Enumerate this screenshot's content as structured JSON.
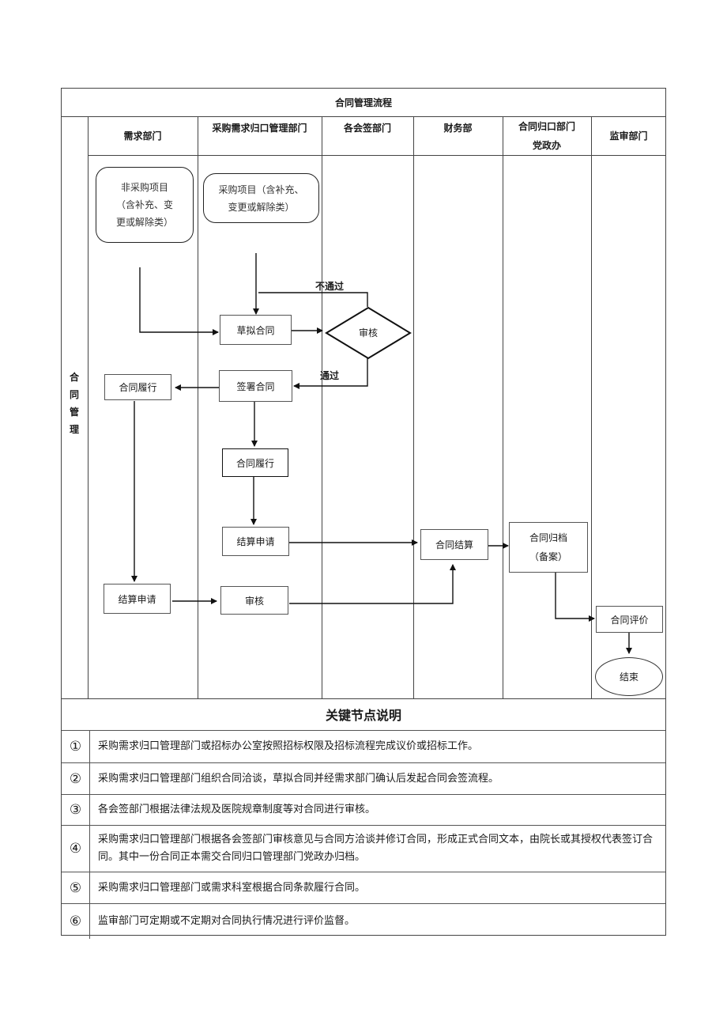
{
  "title": "合同管理流程",
  "side_label": [
    "合",
    "同",
    "管",
    "理"
  ],
  "lanes": [
    [
      "需求部门"
    ],
    [
      "采购需求归口管理部门"
    ],
    [
      "各会签部门"
    ],
    [
      "财务部"
    ],
    [
      "合同归口部门",
      "党政办"
    ],
    [
      "监审部门"
    ]
  ],
  "nodes": {
    "nonpurchase": [
      "非采购项目",
      "（含补充、变",
      "更或解除类）"
    ],
    "purchase": [
      "采购项目（含补充、",
      "变更或解除类）"
    ],
    "draft": "草拟合同",
    "review_decision": "审核",
    "sign": "签署合同",
    "perform_demand": "合同履行",
    "perform_purchase": "合同履行",
    "settle_purchase": "结算申请",
    "settle_demand": "结算申请",
    "review_purchase": "审核",
    "finance_settle": "合同结算",
    "archive": [
      "合同归档",
      "（备案）"
    ],
    "evaluate": "合同评价",
    "end": "结束"
  },
  "edge_labels": {
    "fail": "不通过",
    "pass": "通过"
  },
  "key_nodes": {
    "title": "关键节点说明",
    "items": [
      {
        "num": "①",
        "text": "采购需求归口管理部门或招标办公室按照招标权限及招标流程完成议价或招标工作。"
      },
      {
        "num": "②",
        "text": "采购需求归口管理部门组织合同洽谈，草拟合同并经需求部门确认后发起合同会签流程。"
      },
      {
        "num": "③",
        "text": "各会签部门根据法律法规及医院规章制度等对合同进行审核。"
      },
      {
        "num": "④",
        "text": "采购需求归口管理部门根据各会签部门审核意见与合同方洽谈并修订合同，形成正式合同文本，由院长或其授权代表签订合同。其中一份合同正本需交合同归口管理部门党政办归档。"
      },
      {
        "num": "⑤",
        "text": "采购需求归口管理部门或需求科室根据合同条款履行合同。"
      },
      {
        "num": "⑥",
        "text": "监审部门可定期或不定期对合同执行情况进行评价监督。"
      }
    ]
  }
}
